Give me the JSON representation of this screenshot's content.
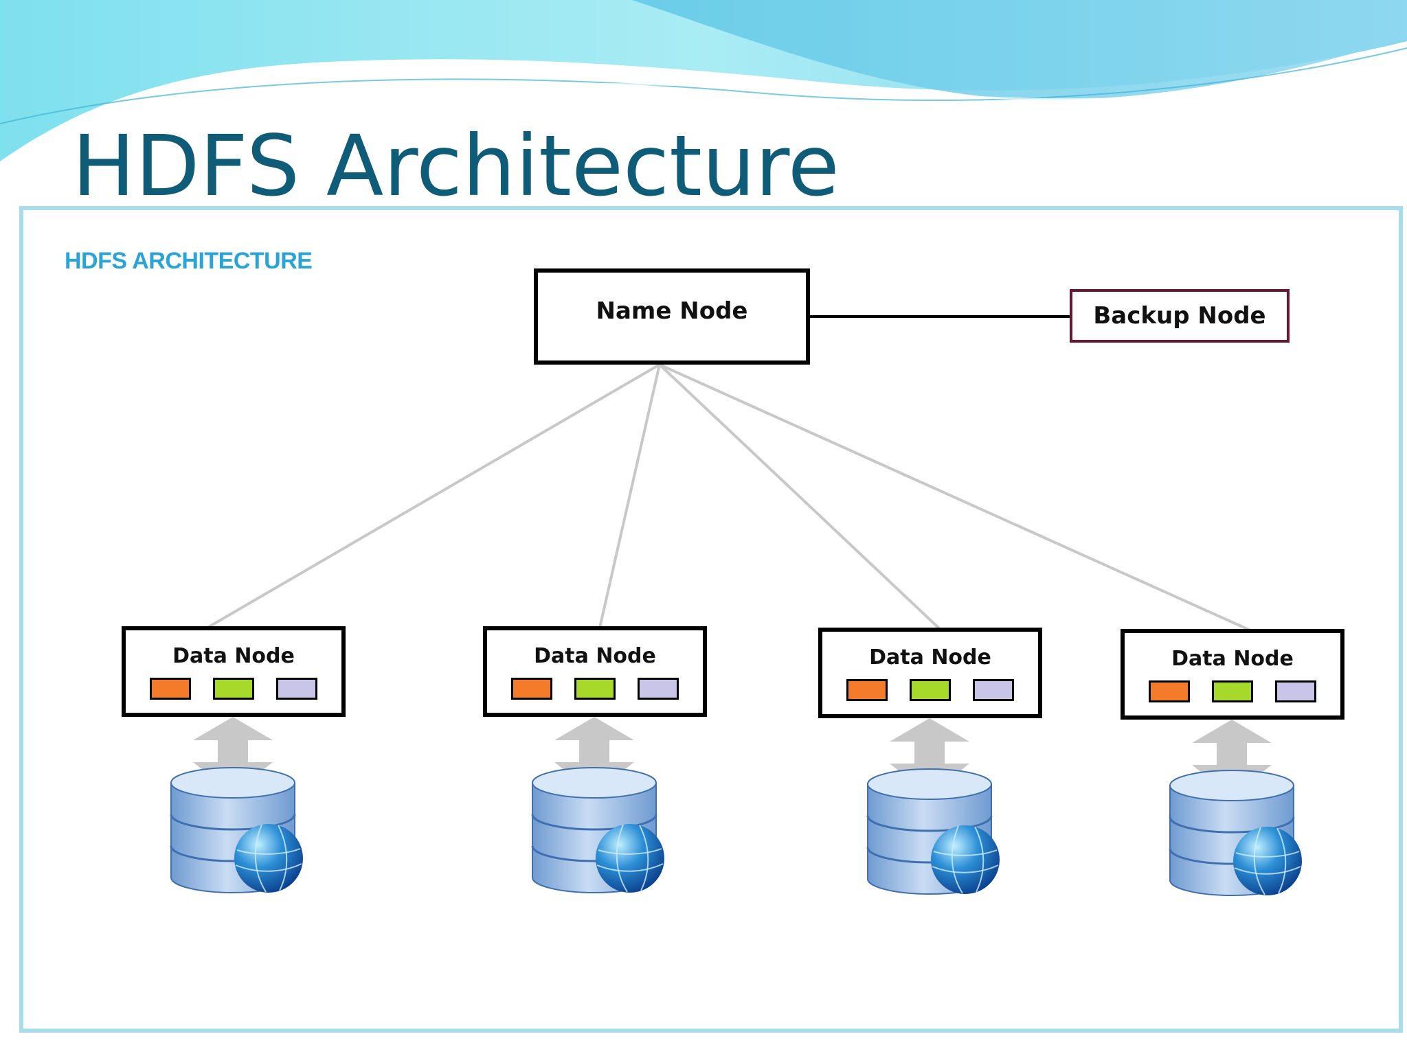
{
  "slide": {
    "title": "HDFS Architecture"
  },
  "diagram": {
    "heading": "HDFS ARCHITECTURE",
    "name_node": {
      "label": "Name Node"
    },
    "backup_node": {
      "label": "Backup Node"
    },
    "data_nodes": [
      {
        "label": "Data Node"
      },
      {
        "label": "Data Node"
      },
      {
        "label": "Data Node"
      },
      {
        "label": "Data Node"
      }
    ],
    "block_colors": [
      "#f47b2a",
      "#a6d92a",
      "#c9c5e9"
    ],
    "colors": {
      "title": "#0e5c78",
      "heading": "#2aa3d6",
      "frame": "#a8dceb",
      "connector": "#c8c8c8",
      "backup_border": "#6b1630",
      "storage_arrow": "#c8c8c8",
      "database": "#8fb4df"
    },
    "icons": [
      "double-arrow-icon",
      "database-globe-icon"
    ]
  }
}
